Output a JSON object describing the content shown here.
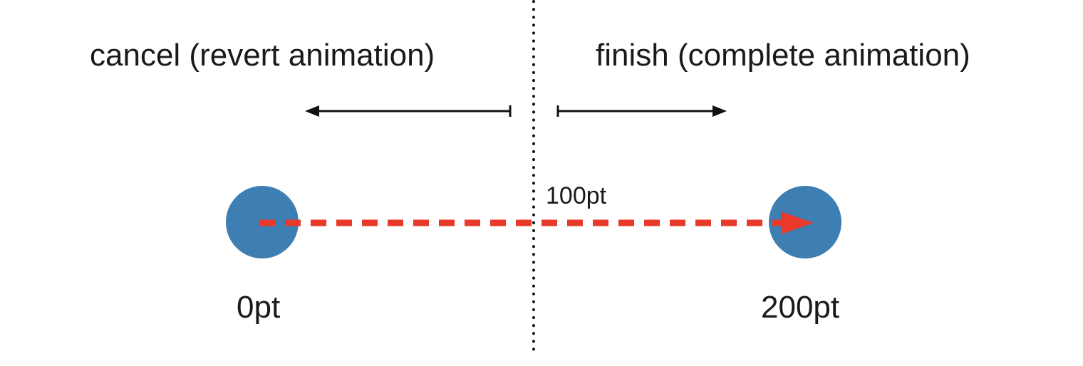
{
  "labels": {
    "cancel": "cancel (revert animation)",
    "finish": "finish (complete animation)",
    "midpoint": "100pt",
    "start": "0pt",
    "end": "200pt"
  },
  "colors": {
    "circle": "#3d7eb3",
    "path": "#e8392a",
    "arrow": "#111111",
    "divider": "#111111",
    "text": "#1a1a1a",
    "background": "#ffffff"
  }
}
